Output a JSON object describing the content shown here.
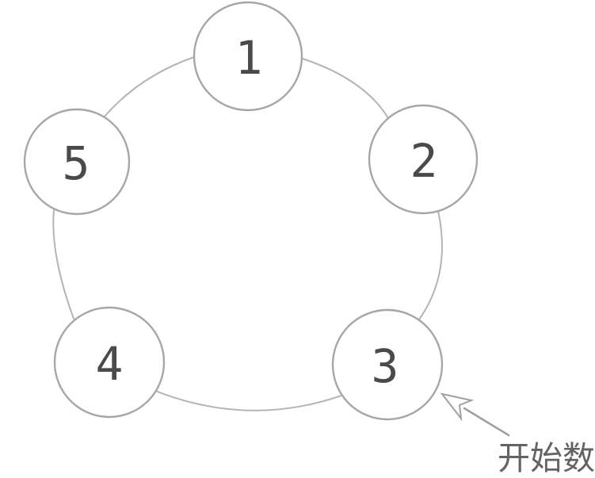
{
  "diagram": {
    "nodes": [
      {
        "label": "1"
      },
      {
        "label": "2"
      },
      {
        "label": "3"
      },
      {
        "label": "4"
      },
      {
        "label": "5"
      }
    ],
    "annotation": {
      "label": "开始数",
      "points_to_node": "3"
    },
    "colors": {
      "background": "#ffffff",
      "node_fill": "#ffffff",
      "node_stroke": "#a6a6aa",
      "connector_stroke": "#b4b4b8",
      "number_text": "#4a4a4c",
      "arrow": "#a0a0a4",
      "annotation_text": "#636366"
    }
  }
}
